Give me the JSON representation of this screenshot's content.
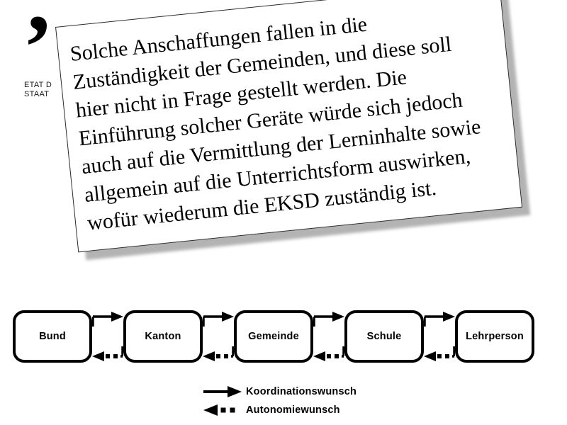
{
  "logo": {
    "quote_glyph": "’",
    "line1": "ETAT D",
    "line2": "STAAT"
  },
  "quote_card": {
    "text": "Solche Anschaffungen fallen in die Zuständigkeit der Gemeinden, und diese soll hier nicht in Frage gestellt werden. Die Einführung solcher Geräte würde sich jedoch auch auf die Vermittlung der Lerninhalte sowie allgemein auf die Unterrichtsform auswirken, wofür wiederum die EKSD zuständig ist.",
    "lines": [
      "Solche Anschaffungen  fallen in die",
      "Zuständigkeit der Gemeinden, und diese soll",
      "hier nicht in Frage gestellt werden. Die",
      "Einführung solcher Geräte würde sich jedoch",
      "auch auf die Vermittlung der Lerninhalte sowie",
      "allgemein auf die Unterrichtsform  auswirken,",
      "wofür wiederum die EKSD zuständig ist."
    ]
  },
  "flow": {
    "nodes": [
      {
        "label": "Bund"
      },
      {
        "label": "Kanton"
      },
      {
        "label": "Gemeinde"
      },
      {
        "label": "Schule"
      },
      {
        "label": "Lehrperson"
      }
    ],
    "edge_forward_type": "solid-arrow-right",
    "edge_backward_type": "dashed-arrow-left"
  },
  "legend": {
    "items": [
      {
        "glyph": "solid-arrow-right",
        "label": "Koordinationswunsch"
      },
      {
        "glyph": "dashed-arrow-left",
        "label": "Autonomiewunsch"
      }
    ]
  },
  "colors": {
    "ink": "#000000",
    "card_border": "#2b2b2b",
    "card_shadow": "#b3b3b3",
    "background": "#ffffff"
  }
}
